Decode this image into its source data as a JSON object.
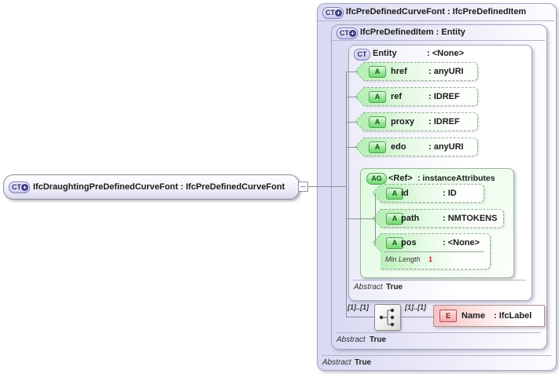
{
  "colors": {
    "type_box_lavender": "#d9d9f2",
    "attribute_green": "#b9efb9",
    "element_pink": "#f5c2c2",
    "facet_value_red": "#cc2222",
    "connector_gray": "#8f8f9f"
  },
  "left_element": {
    "icon": "CT",
    "icon_badge": "+",
    "label": "IfcDraughtingPreDefinedCurveFont : IfcPreDefinedCurveFont"
  },
  "outer_type": {
    "icon": "CT",
    "icon_badge": "+",
    "title": "IfcPreDefinedCurveFont : IfcPreDefinedItem",
    "facet": {
      "label": "Abstract",
      "value": "True"
    }
  },
  "inner_type": {
    "icon": "CT",
    "icon_badge": "+",
    "title": "IfcPreDefinedItem : Entity",
    "facet": {
      "label": "Abstract",
      "value": "True"
    }
  },
  "entity_type": {
    "icon": "CT",
    "name": "Entity",
    "type": ": <None>",
    "facet": {
      "label": "Abstract",
      "value": "True"
    },
    "attributes": [
      {
        "icon": "A",
        "name": "href",
        "type": ": anyURI"
      },
      {
        "icon": "A",
        "name": "ref",
        "type": ": IDREF"
      },
      {
        "icon": "A",
        "name": "proxy",
        "type": ": IDREF"
      },
      {
        "icon": "A",
        "name": "edo",
        "type": ": anyURI"
      }
    ]
  },
  "attribute_group": {
    "icon": "AG",
    "name": "<Ref>",
    "type": ": instanceAttributes",
    "attributes": [
      {
        "icon": "A",
        "name": "id",
        "type": ": ID"
      },
      {
        "icon": "A",
        "name": "path",
        "type": ": NMTOKENS"
      },
      {
        "icon": "A",
        "name": "pos",
        "type": ": <None>",
        "facet": {
          "label": "Min Length",
          "value": "1"
        }
      }
    ]
  },
  "content_model": {
    "left_multiplicity": "[1]..[1]",
    "right_multiplicity": "[1]..[1]",
    "element": {
      "icon": "E",
      "name": "Name",
      "type": ": IfcLabel"
    }
  }
}
